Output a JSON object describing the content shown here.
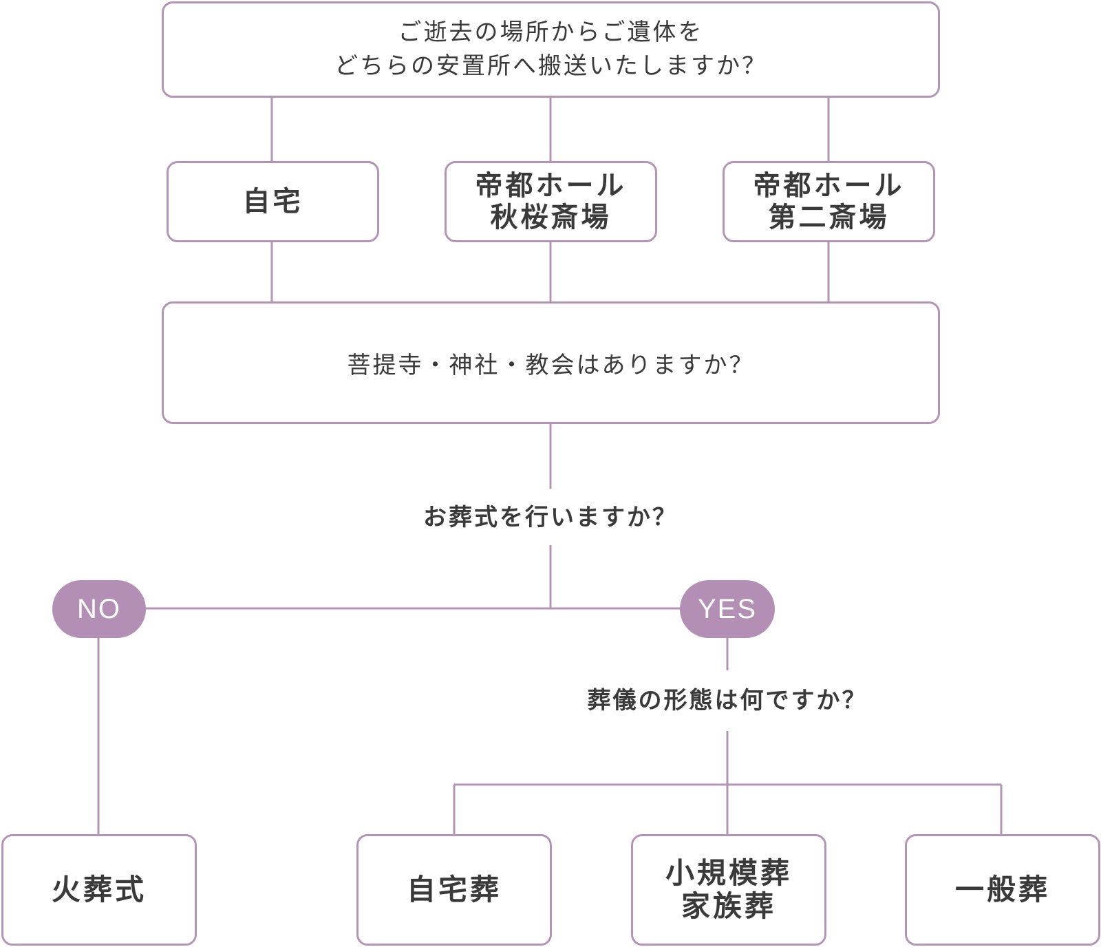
{
  "q1": "ご逝去の場所からご遺体を\nどちらの安置所へ搬送いたしますか？",
  "places": [
    "自宅",
    "帝都ホール\n秋桜斎場",
    "帝都ホール\n第二斎場"
  ],
  "q2": "菩提寺・神社・教会はありますか？",
  "q3": "お葬式を行いますか？",
  "no": "NO",
  "yes": "YES",
  "q4": "葬儀の形態は何ですか？",
  "results": [
    "火葬式",
    "自宅葬",
    "小規模葬\n家族葬",
    "一般葬"
  ],
  "colors": {
    "line": "#b494b6",
    "pill": "#b48fb5",
    "text": "#3a3a3a"
  }
}
